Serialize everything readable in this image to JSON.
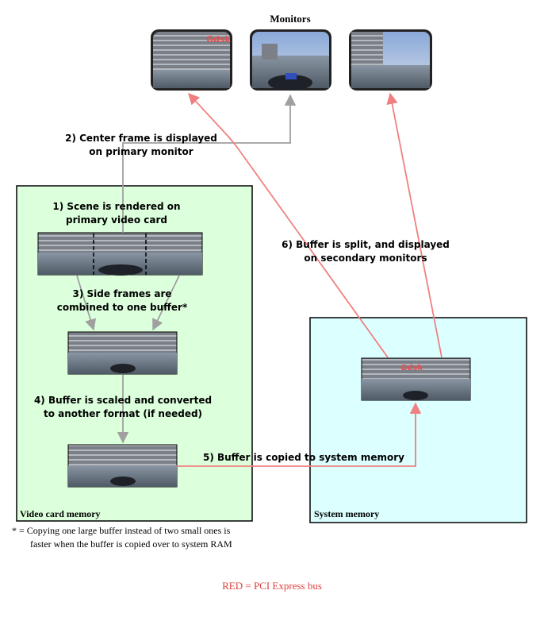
{
  "title": "Monitors",
  "regions": {
    "video_card": "Video card memory",
    "system": "System memory"
  },
  "steps": {
    "s1": {
      "line1": "1) Scene is rendered on",
      "line2": "primary video card"
    },
    "s2": {
      "line1": "2) Center frame is displayed",
      "line2": "on primary monitor"
    },
    "s3": {
      "line1": "3) Side frames are",
      "line2": "combined to one buffer*"
    },
    "s4": {
      "line1": "4) Buffer is scaled and converted",
      "line2": "to another format (if needed)"
    },
    "s5": {
      "line1": "5) Buffer is copied to system memory"
    },
    "s6": {
      "line1": "6) Buffer is split, and displayed",
      "line2": "on secondary monitors"
    }
  },
  "footnote": {
    "line1": "* = Copying one large buffer instead of two small ones is",
    "line2": "faster when the buffer is copied over to system RAM"
  },
  "legend": "RED = PCI Express bus",
  "colors": {
    "video_card_fill": "#dcffdc",
    "system_fill": "#dcffff",
    "pcie_arrow": "#f08080",
    "internal_arrow": "#a0a0a0",
    "legend_text": "#e04040"
  }
}
